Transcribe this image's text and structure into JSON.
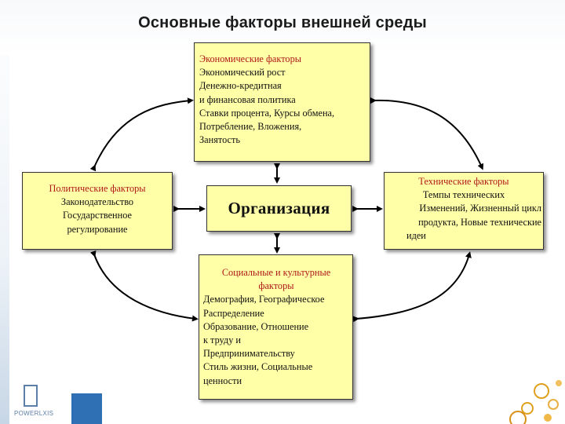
{
  "title": "Основные факторы внешней среды",
  "economic": {
    "heading": "Экономические факторы",
    "lines": [
      "Экономический рост",
      "Денежно-кредитная",
      "и финансовая политика",
      "Ставки процента, Курсы обмена,",
      "Потребление, Вложения,",
      "Занятость"
    ]
  },
  "political": {
    "heading": "Политические факторы",
    "lines": [
      "Законодательство",
      "Государственное",
      "регулирование"
    ]
  },
  "technical": {
    "heading": "Технические факторы",
    "lines": [
      "Темпы технических",
      "Изменений, Жизненный цикл",
      "продукта, Новые технические",
      "идеи"
    ]
  },
  "organization": {
    "label": "Организация"
  },
  "social": {
    "heading": "Социальные и культурные факторы",
    "lines": [
      "Демография, Географическое",
      "Распределение",
      "Образование, Отношение",
      "к  труду и",
      "Предпринимательству",
      "Стиль жизни, Социальные",
      "ценности"
    ]
  },
  "logo": {
    "text": "POWERLXIS"
  },
  "colors": {
    "box_fill": "#ffffa8",
    "heading": "#b01818",
    "accent": "#2f6fb3"
  }
}
